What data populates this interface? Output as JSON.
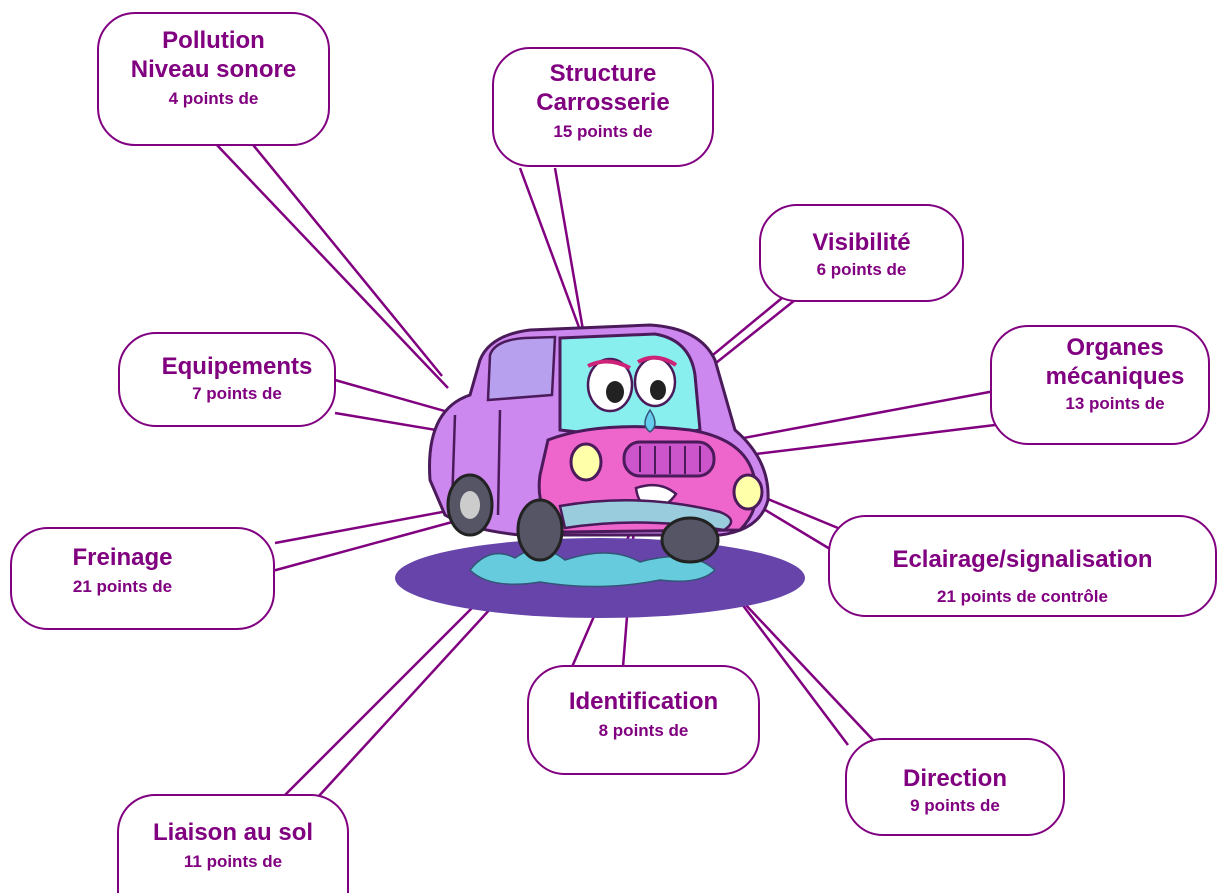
{
  "bubbles": {
    "pollution": {
      "title1": "Pollution",
      "title2": "Niveau sonore",
      "sub": "4 points de"
    },
    "structure": {
      "title1": "Structure",
      "title2": "Carrosserie",
      "sub": "15 points de"
    },
    "visibilite": {
      "title1": "Visibilité",
      "sub": "6 points de"
    },
    "organes": {
      "title1": "Organes",
      "title2": "mécaniques",
      "sub": "13 points de"
    },
    "equipements": {
      "title1": "Equipements",
      "sub": "7 points de"
    },
    "freinage": {
      "title1": "Freinage",
      "sub": "21 points de"
    },
    "eclairage": {
      "title1": "Eclairage/signalisation",
      "sub": "21 points de contrôle"
    },
    "identification": {
      "title1": "Identification",
      "sub": "8 points de"
    },
    "direction": {
      "title1": "Direction",
      "sub": "9 points de"
    },
    "liaison": {
      "title1": "Liaison au sol",
      "sub": "11 points de"
    }
  },
  "colors": {
    "accent": "#800080",
    "car_body": "#cc88ee",
    "car_front": "#ee66cc",
    "windows": "#88eeee",
    "puddle": "#6644aa",
    "water": "#66ccdd"
  }
}
